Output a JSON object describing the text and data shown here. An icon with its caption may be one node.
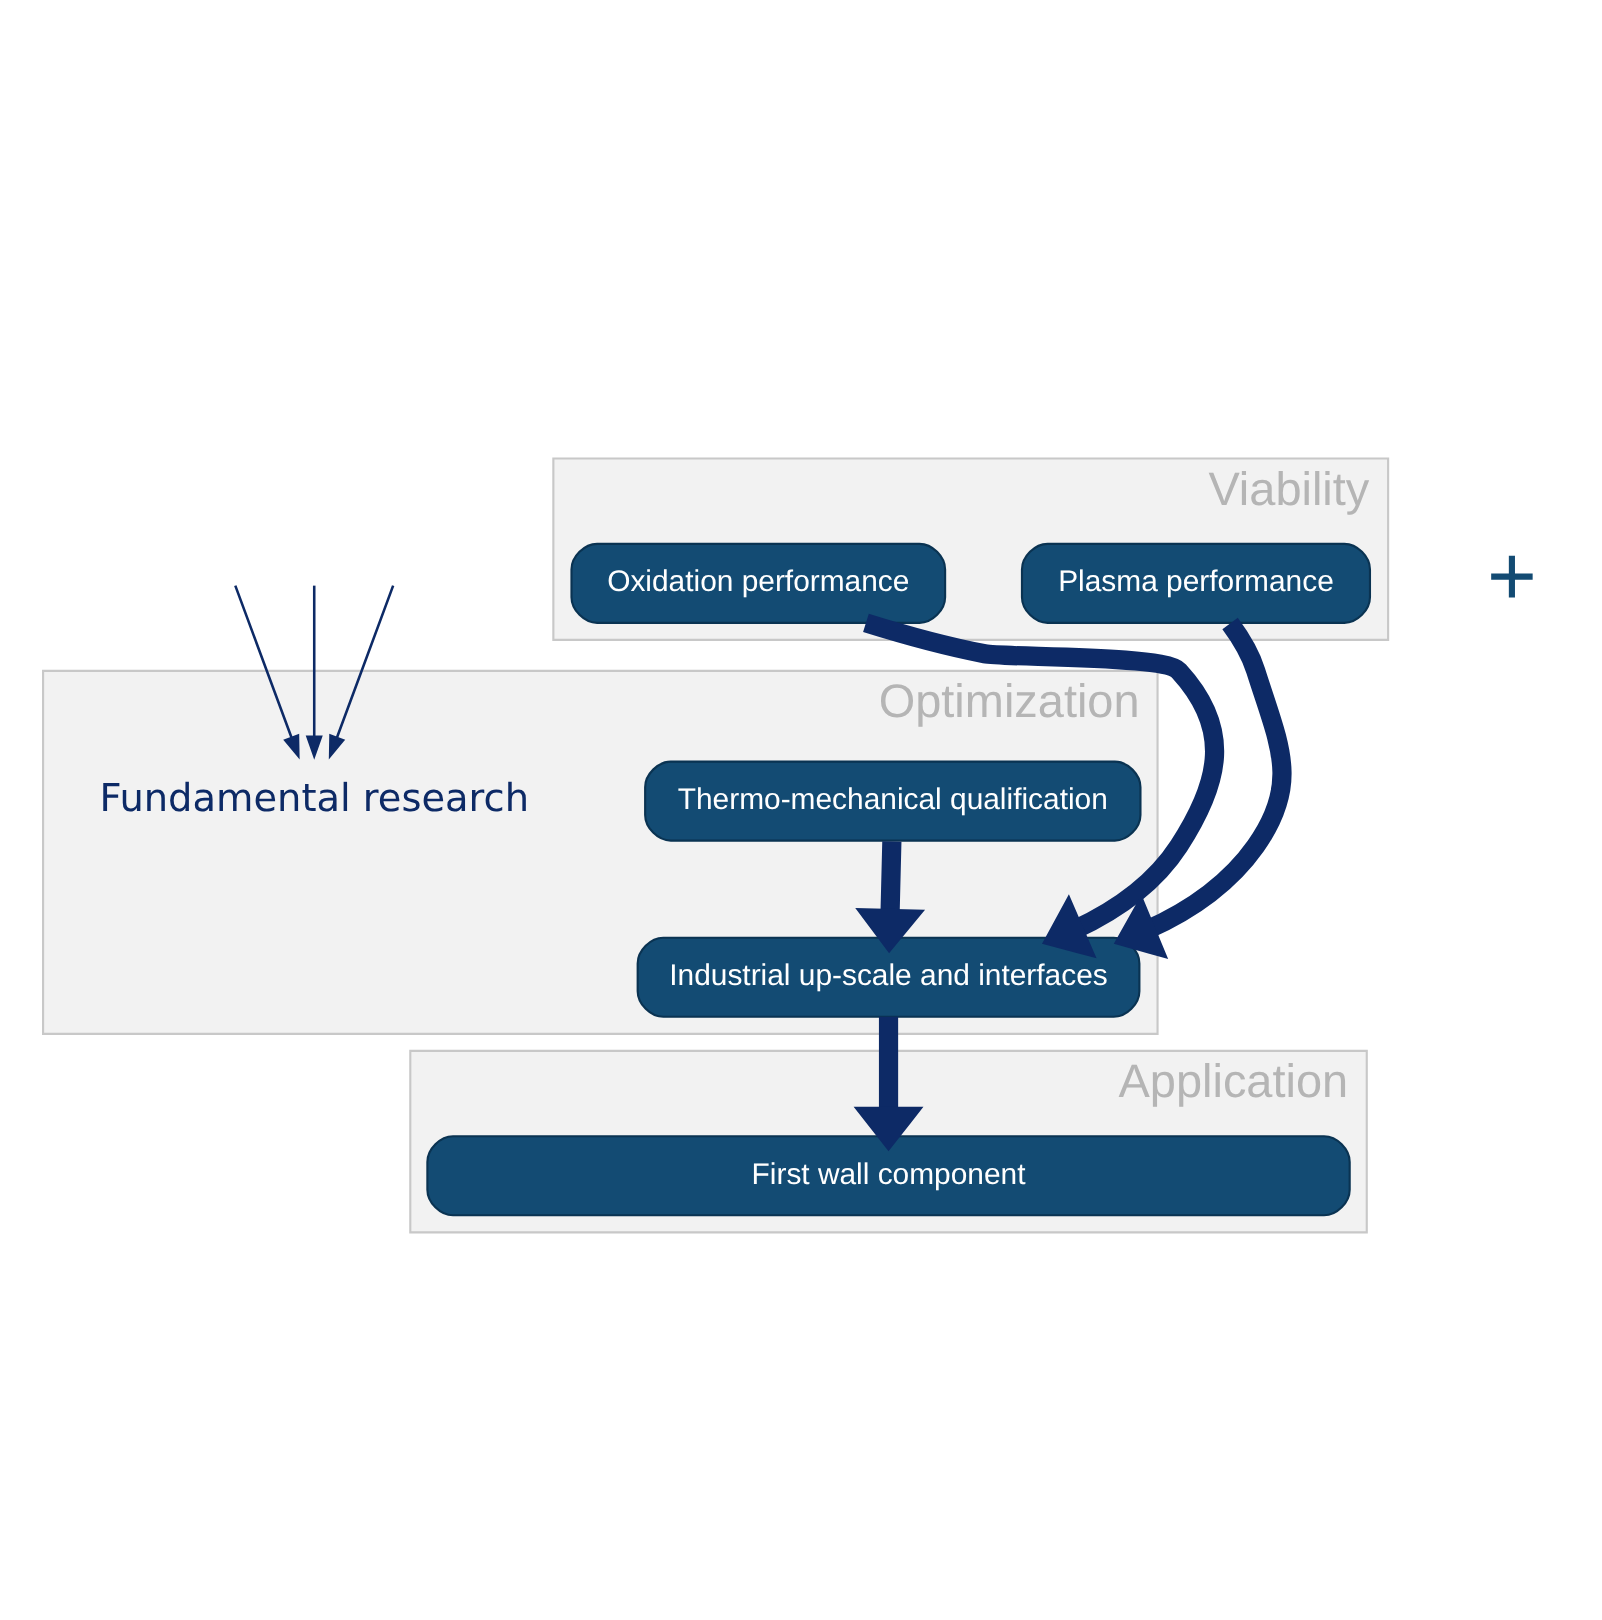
{
  "diagram": {
    "nodes": [
      {
        "text": [
          "Viability"
        ]
      },
      {
        "text": [
          "Oxidation performance"
        ],
        "in": 0
      },
      {
        "text": [
          "Plasma performance"
        ],
        "in": 0
      },
      {
        "text": [
          "Optimization"
        ]
      },
      {
        "text": [
          "Thermo-mechanical qualification"
        ],
        "in": 3
      },
      {
        "text": [
          "Fundamental research"
        ],
        "in": 3
      },
      {
        "text": [
          "Industrial up-scale and interfaces"
        ],
        "in": 3
      },
      {
        "text": [
          "Application"
        ]
      },
      {
        "text": [
          "First wall component"
        ],
        "in": 7
      }
    ],
    "edges": [
      {
        "from": 1,
        "to": 6,
        "arrow": "to"
      },
      {
        "from": 2,
        "to": 6,
        "arrow": "to"
      },
      {
        "from": 4,
        "to": 6,
        "arrow": "to"
      },
      {
        "from": 6,
        "to": 8,
        "arrow": "to"
      },
      {
        "from": null,
        "to": 5,
        "arrow": "to"
      },
      {
        "from": null,
        "to": 5,
        "arrow": "to"
      },
      {
        "from": null,
        "to": 5,
        "arrow": "to"
      }
    ],
    "labels": [
      "+"
    ]
  }
}
